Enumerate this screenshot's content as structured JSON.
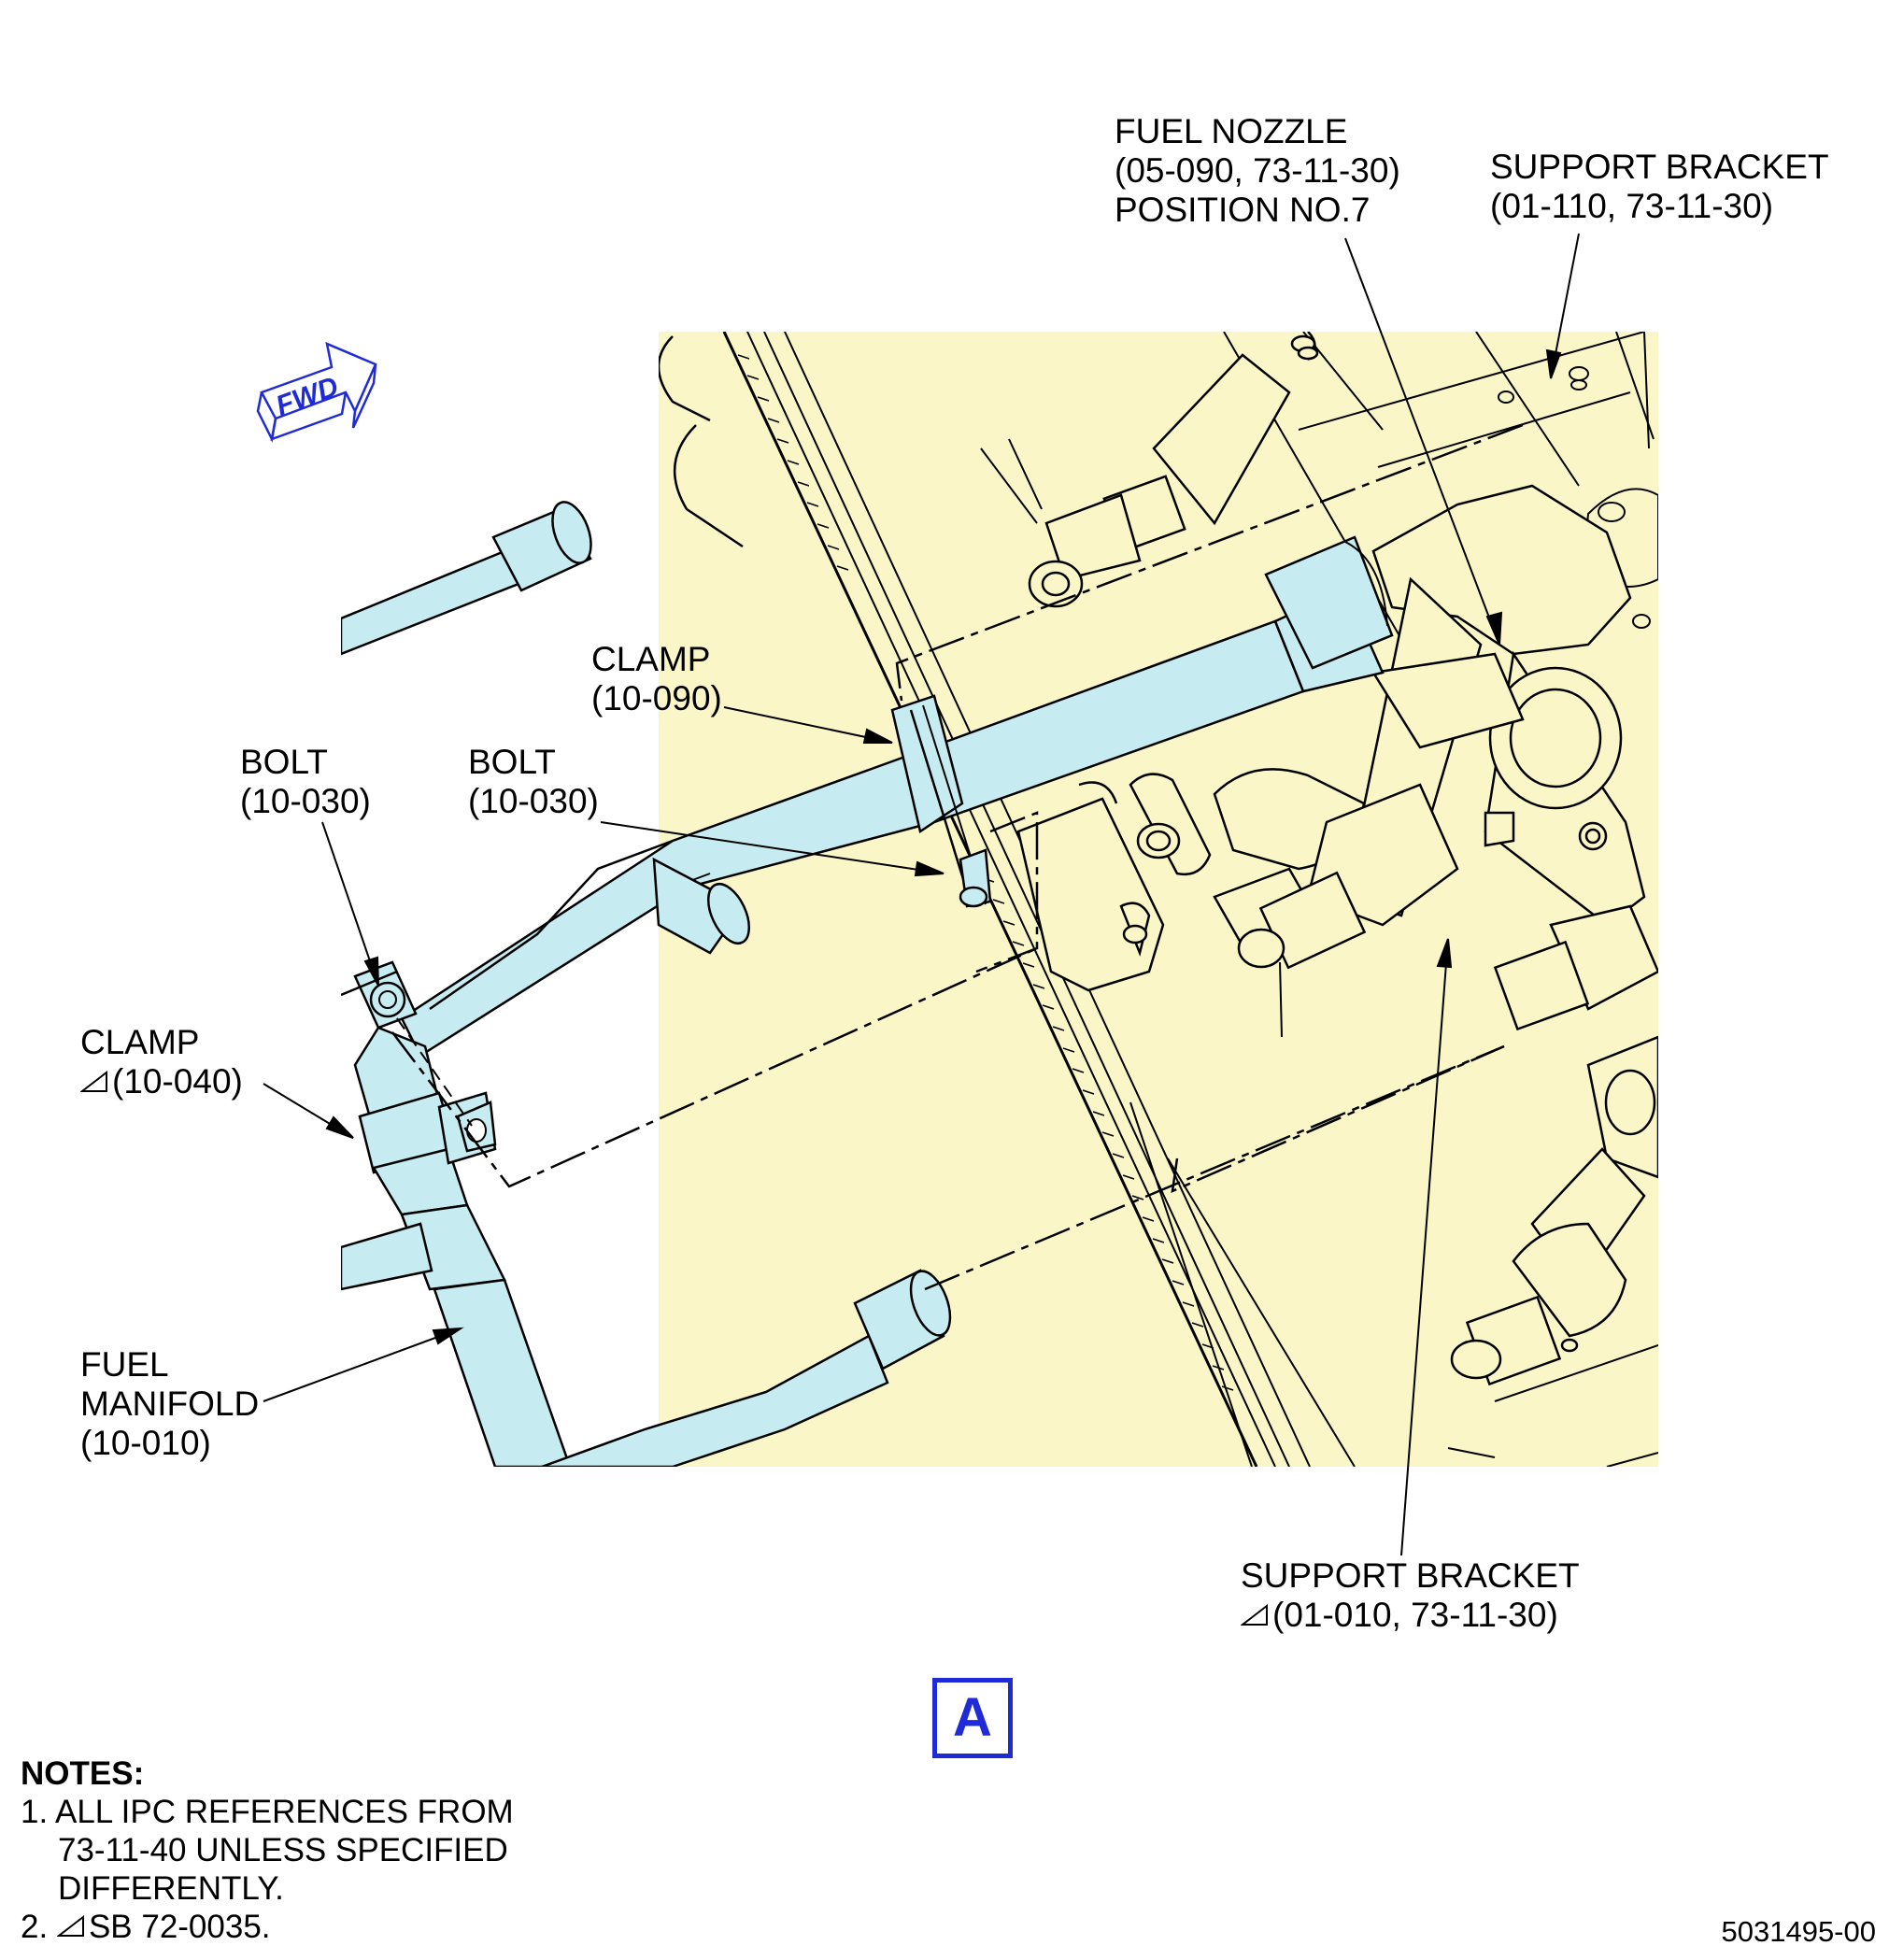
{
  "fwd_label": "FWD",
  "view_label": "A",
  "callouts": {
    "fuel_nozzle": {
      "line1": "FUEL NOZZLE",
      "line2": "(05-090, 73-11-30)",
      "line3": "POSITION NO.7"
    },
    "support_bracket_top": {
      "line1": "SUPPORT BRACKET",
      "line2": "(01-110, 73-11-30)"
    },
    "clamp_090": {
      "line1": "CLAMP",
      "line2": "(10-090)"
    },
    "bolt_left": {
      "line1": "BOLT",
      "line2": "(10-030)"
    },
    "bolt_right": {
      "line1": "BOLT",
      "line2": "(10-030)"
    },
    "clamp_040": {
      "line1": "CLAMP",
      "line2": "(10-040)"
    },
    "fuel_manifold": {
      "line1": "FUEL",
      "line2": "MANIFOLD",
      "line3": "(10-010)"
    },
    "support_bracket_bottom": {
      "line1": "SUPPORT BRACKET",
      "line2": "(01-010, 73-11-30)"
    }
  },
  "notes": {
    "heading": "NOTES:",
    "n1_line1": "1. ALL IPC REFERENCES FROM",
    "n1_line2": "73-11-40 UNLESS SPECIFIED",
    "n1_line3": "DIFFERENTLY.",
    "n2_prefix": "2.",
    "n2_text": "SB 72-0035."
  },
  "drawing_number": "5031495-00",
  "colors": {
    "engine_fill": "#fbf6c8",
    "manifold_fill": "#c6ecf2",
    "accent_blue": "#1f2bd6",
    "line": "#000000"
  }
}
